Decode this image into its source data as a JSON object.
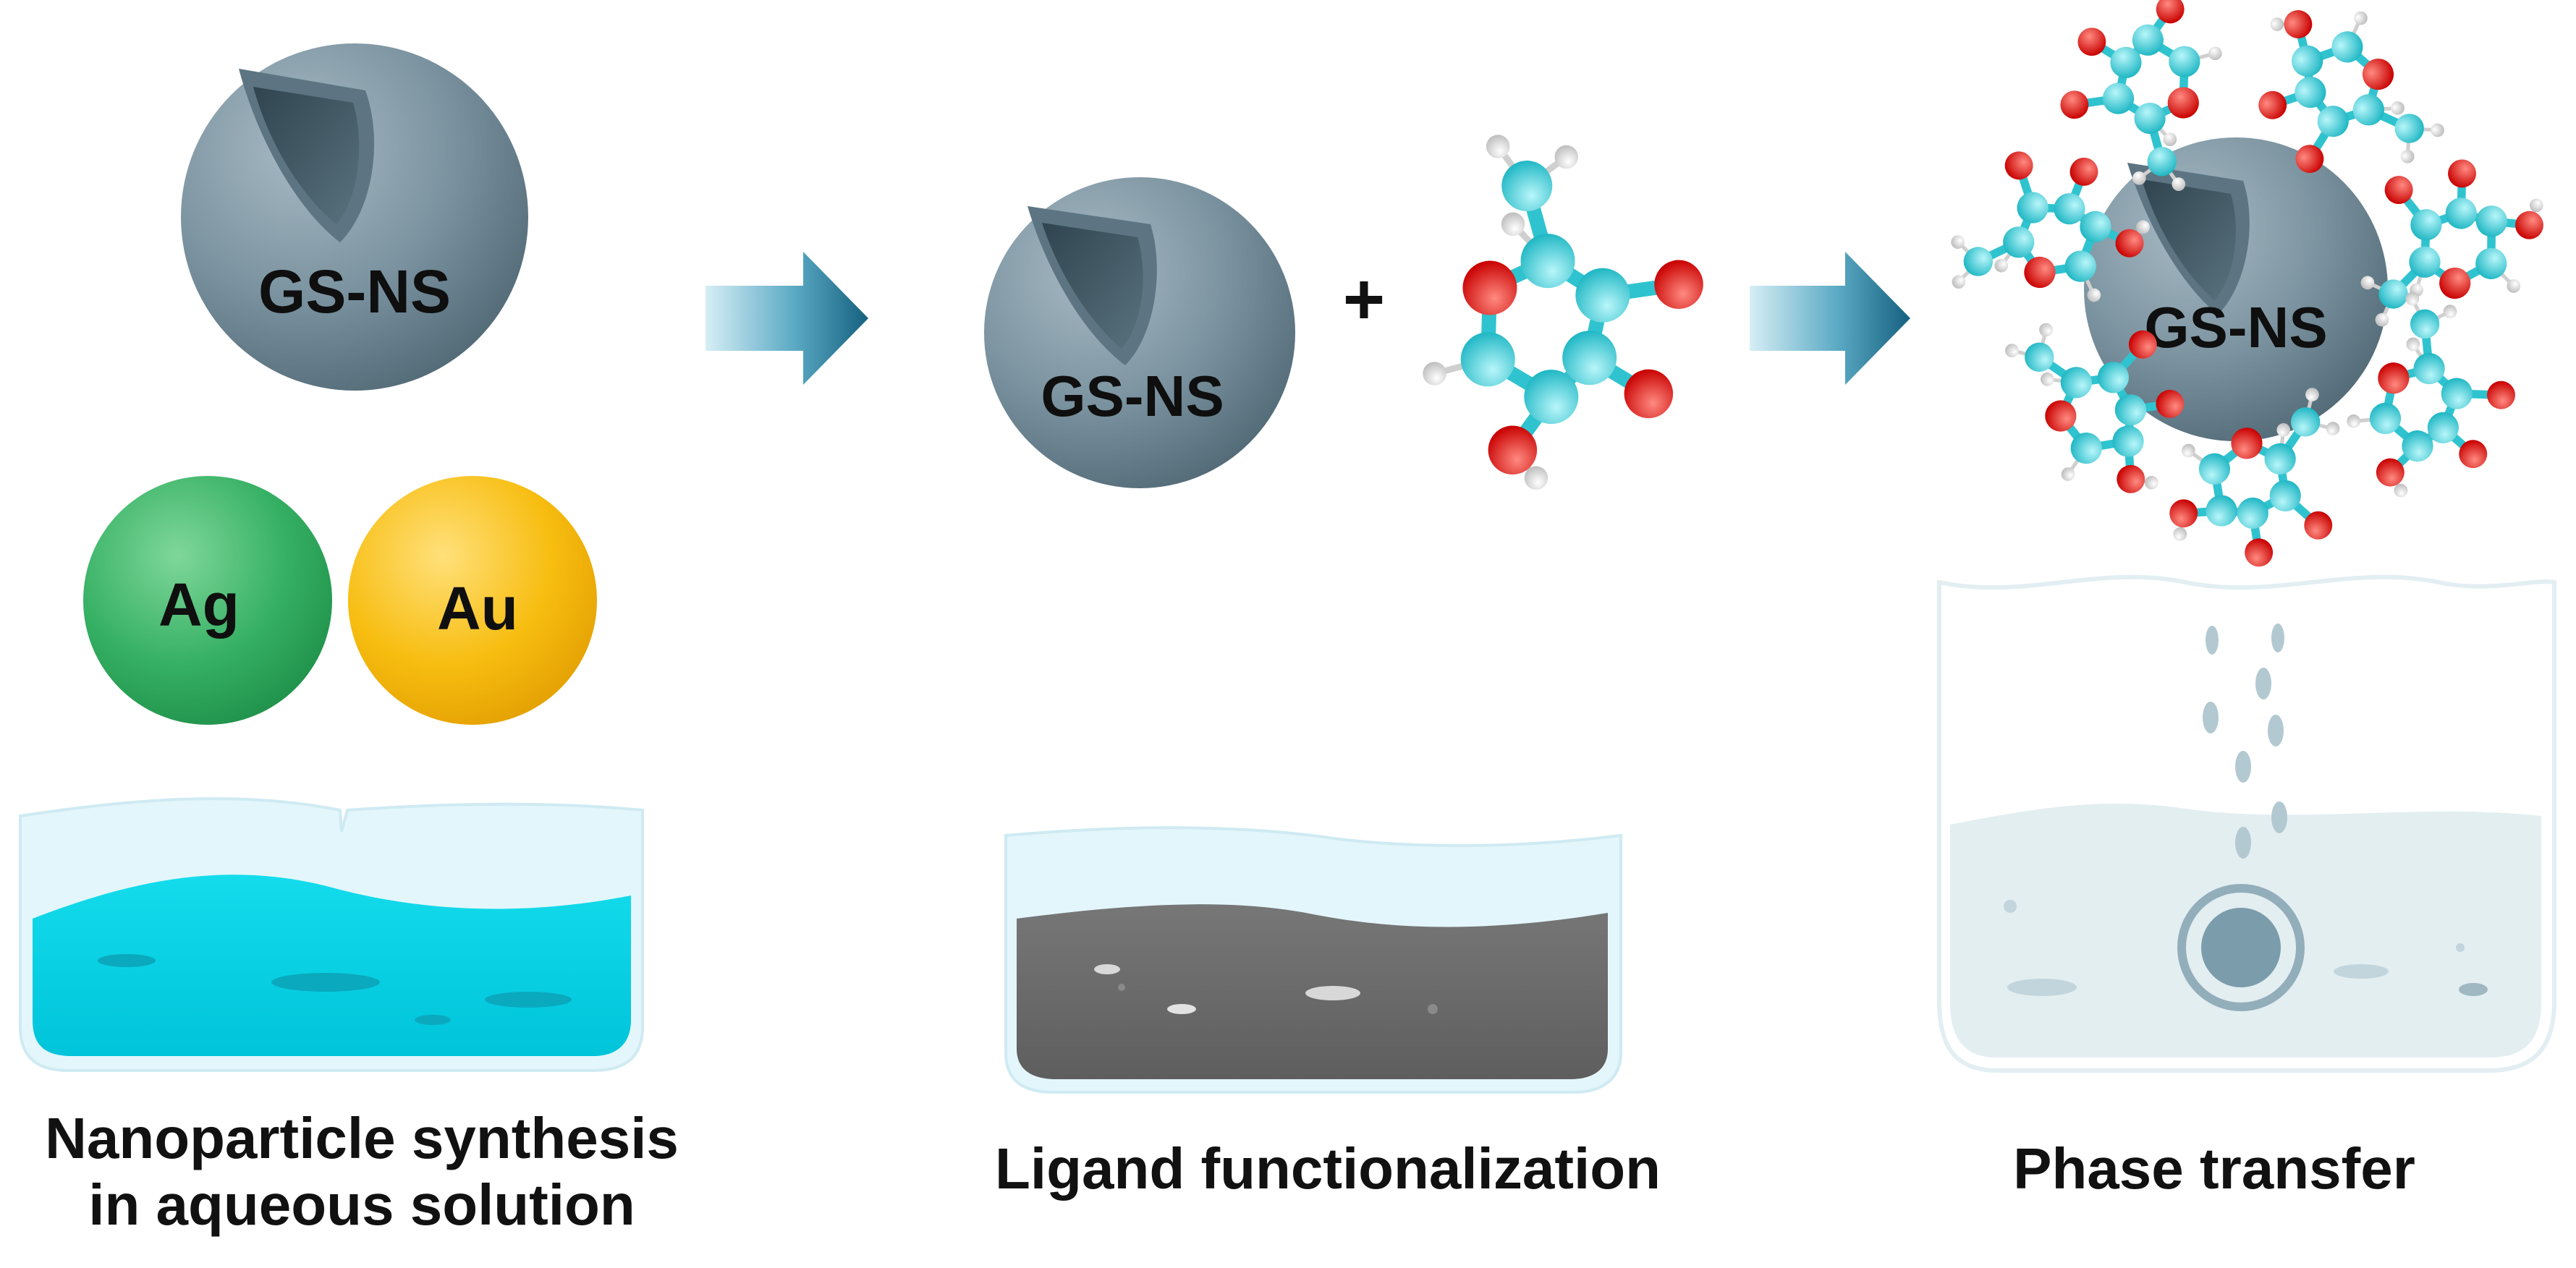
{
  "panels": [
    {
      "caption_line1": "Nanoparticle synthesis",
      "caption_line2": "in aqueous solution",
      "particle_label": "GS-NS",
      "metal1_label": "Ag",
      "metal2_label": "Au"
    },
    {
      "caption": "Ligand functionalization",
      "particle_label": "GS-NS",
      "plus_sign": "+"
    },
    {
      "caption": "Phase transfer",
      "particle_label": "GS-NS"
    }
  ],
  "colors": {
    "shell": "#6f8896",
    "core": "#3e5560",
    "silver": "#2eab5c",
    "gold": "#f5b400",
    "water": "#00d6e6",
    "dark_liquid": "#6c6c6c",
    "pale_liquid": "#e3eef1",
    "arrow": "#1c6d8f",
    "carbon": "#3ccfd8",
    "oxygen": "#e01010",
    "hydrogen": "#e8e8e8"
  }
}
